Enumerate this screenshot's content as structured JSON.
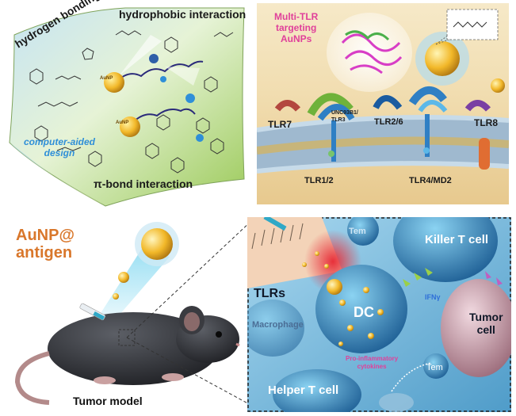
{
  "panel_a": {
    "labels": {
      "hydrogen_bonding": "hydrogen bonding",
      "hydrophobic_interaction": "hydrophobic interaction",
      "computer_aided_design": "computer-aided\ndesign",
      "pi_bond_interaction": "π-bond interaction",
      "aunp_1": "AuNP",
      "aunp_2": "AuNP"
    }
  },
  "panel_b": {
    "title": "Multi-TLR\ntargeting\nAuNPs",
    "receptors": {
      "tlr7": "TLR7",
      "unc": "UNC93B1/\nTLR3",
      "tlr26": "TLR2/6",
      "tlr8": "TLR8",
      "tlr12": "TLR1/2",
      "tlr4": "TLR4/MD2"
    }
  },
  "panel_c": {
    "title_line1": "AuNP@",
    "title_line2": "antigen",
    "caption": "Tumor model"
  },
  "panel_d": {
    "labels": {
      "tem_top": "Tem",
      "killer": "Killer T cell",
      "tlrs": "TLRs",
      "ifn": "IFNγ",
      "dc": "DC",
      "macrophage": "Macrophage",
      "tumor": "Tumor\ncell",
      "cytokines": "Pro-inflammatory\ncytokines",
      "tem_bottom": "Tem",
      "helper": "Helper T cell"
    }
  },
  "colors": {
    "text_pink": "#e0409a",
    "text_orange": "#d9772b",
    "text_blue": "#2f8fd8",
    "gold": "#f2b829"
  }
}
